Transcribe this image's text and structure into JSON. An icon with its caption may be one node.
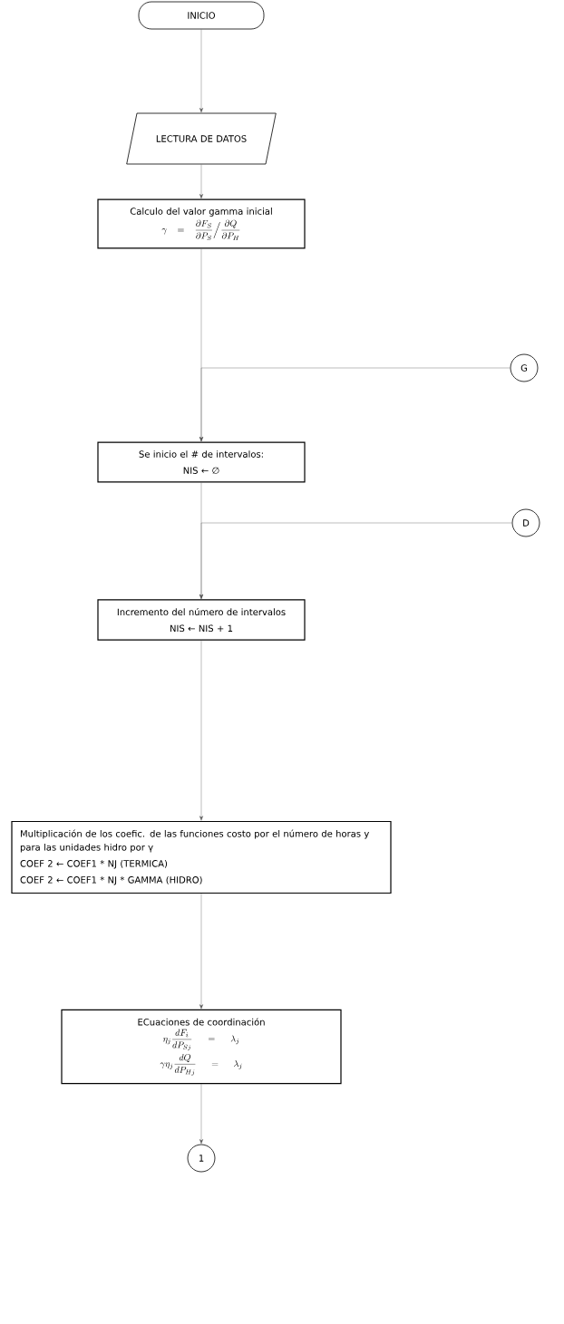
{
  "diagram": {
    "nodes": [
      {
        "text": [
          "INICIO"
        ]
      },
      {
        "text": [
          "LECTURA DE DATOS"
        ]
      },
      {
        "text": [
          "Calculo del valor gamma inicial",
          "\\gamma = \\frac{\\partial F_S}{\\partial P_S} \\Big/ \\frac{\\partial Q}{\\partial P_H}"
        ]
      },
      {
        "text": [
          "Se inicio el # de intervalos:",
          "NIS ← ∅"
        ]
      },
      {
        "text": [
          "G"
        ]
      },
      {
        "text": [
          "Incremento del número de intervalos",
          "NIS ← NIS + 1"
        ]
      },
      {
        "text": [
          "D"
        ]
      },
      {
        "text": [
          "Multiplicación de los coefic. de las funciones costo por el número de horas y para las unidades hidro por γ",
          "COEF 2 ← COEF1 * NJ (TERMICA)",
          "COEF 2 ← COEF1 * NJ * GAMMA (HIDRO)"
        ]
      },
      {
        "text": [
          "ECuaciones de coordinación",
          "\\eta_j \\frac{dF_i}{dP_{Sj}} = \\lambda_j",
          "\\gamma\\eta_j \\frac{dQ}{dP_{Hj}} = \\lambda_j"
        ]
      },
      {
        "text": [
          "1"
        ]
      }
    ],
    "edges": [
      {
        "from": 0,
        "to": 1,
        "arrow": "to"
      },
      {
        "from": 1,
        "to": 2,
        "arrow": "to"
      },
      {
        "from": 2,
        "to": 3,
        "arrow": "to"
      },
      {
        "from": 4,
        "to": 3,
        "arrow": "to"
      },
      {
        "from": 3,
        "to": 5,
        "arrow": "to"
      },
      {
        "from": 6,
        "to": 5,
        "arrow": "to"
      },
      {
        "from": 5,
        "to": 7,
        "arrow": "to"
      },
      {
        "from": 7,
        "to": 8,
        "arrow": "to"
      },
      {
        "from": 8,
        "to": 9,
        "arrow": "to"
      }
    ]
  }
}
